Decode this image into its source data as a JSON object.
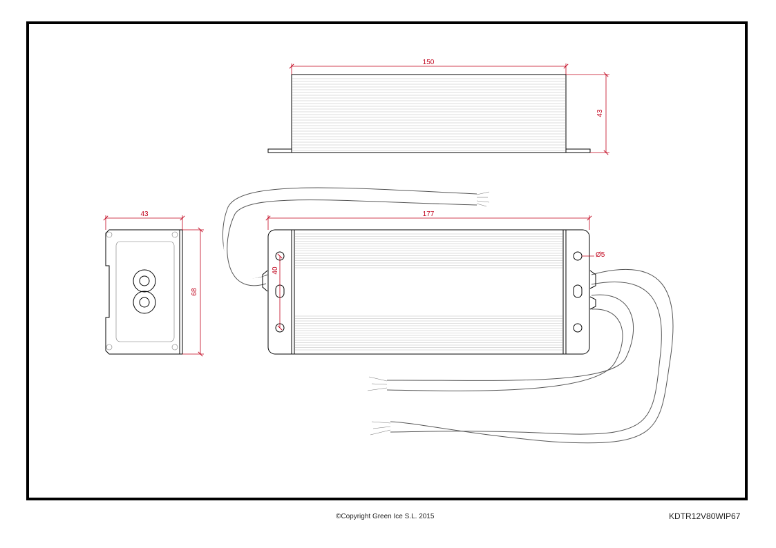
{
  "drawing": {
    "dimensions": {
      "top_width": "150",
      "top_height": "43",
      "front_length": "177",
      "mount_spacing": "40",
      "hole_diameter": "Ø5",
      "side_width": "43",
      "side_height": "68"
    },
    "colors": {
      "dimension": "#c0001a",
      "outline": "#000000"
    }
  },
  "footer": {
    "copyright": "©Copyright Green Ice S.L. 2015",
    "model": "KDTR12V80WIP67"
  }
}
